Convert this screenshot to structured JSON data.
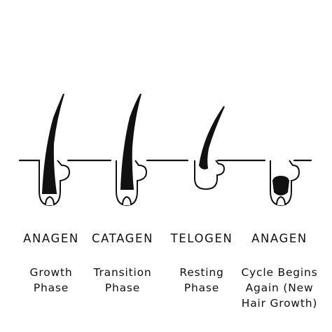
{
  "colors": {
    "ink": "#111111",
    "background": "#ffffff"
  },
  "stages": [
    {
      "name": "ANAGEN",
      "desc": [
        "Growth",
        "Phase"
      ]
    },
    {
      "name": "CATAGEN",
      "desc": [
        "Transition",
        "Phase"
      ]
    },
    {
      "name": "TELOGEN",
      "desc": [
        "Resting",
        "Phase"
      ]
    },
    {
      "name": "ANAGEN",
      "desc": [
        "Cycle Begins",
        "Again (New",
        "Hair Growth)"
      ]
    }
  ]
}
